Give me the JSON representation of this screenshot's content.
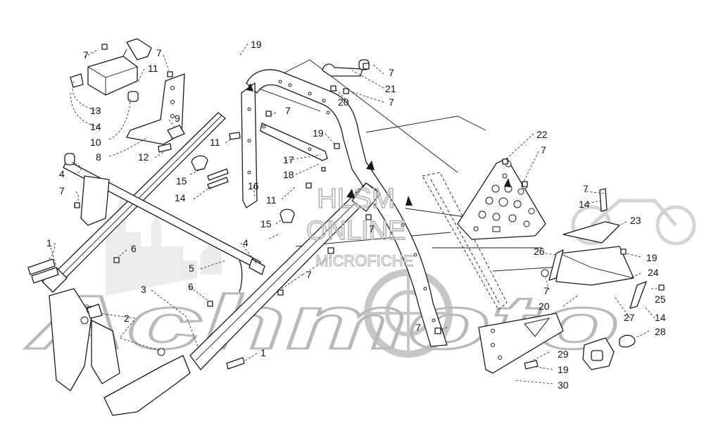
{
  "watermark": {
    "line1": "HLSM",
    "line2": "ONLINE",
    "line3": "MICROFICHE",
    "brand": "Achmoto",
    "color": "#b9b9b9"
  },
  "callouts": [
    {
      "id": "c19a",
      "label": "19"
    },
    {
      "id": "c7a",
      "label": "7"
    },
    {
      "id": "c7b",
      "label": "7"
    },
    {
      "id": "c11a",
      "label": "11"
    },
    {
      "id": "c13",
      "label": "13"
    },
    {
      "id": "c14a",
      "label": "14"
    },
    {
      "id": "c10",
      "label": "10"
    },
    {
      "id": "c9",
      "label": "9"
    },
    {
      "id": "c8",
      "label": "8"
    },
    {
      "id": "c12",
      "label": "12"
    },
    {
      "id": "c11b",
      "label": "11"
    },
    {
      "id": "c7c",
      "label": "7"
    },
    {
      "id": "c21",
      "label": "21"
    },
    {
      "id": "c20a",
      "label": "20"
    },
    {
      "id": "c7d",
      "label": "7"
    },
    {
      "id": "c7e",
      "label": "7"
    },
    {
      "id": "c19b",
      "label": "19"
    },
    {
      "id": "c17",
      "label": "17"
    },
    {
      "id": "c18",
      "label": "18"
    },
    {
      "id": "c22",
      "label": "22"
    },
    {
      "id": "c7f",
      "label": "7"
    },
    {
      "id": "c4a",
      "label": "4"
    },
    {
      "id": "c7g",
      "label": "7"
    },
    {
      "id": "c15a",
      "label": "15"
    },
    {
      "id": "c14b",
      "label": "14"
    },
    {
      "id": "c16",
      "label": "16"
    },
    {
      "id": "c11c",
      "label": "11"
    },
    {
      "id": "c15b",
      "label": "15"
    },
    {
      "id": "c7h",
      "label": "7"
    },
    {
      "id": "c1a",
      "label": "1"
    },
    {
      "id": "c6a",
      "label": "6"
    },
    {
      "id": "c4b",
      "label": "4"
    },
    {
      "id": "c5",
      "label": "5"
    },
    {
      "id": "c7i",
      "label": "7"
    },
    {
      "id": "c3",
      "label": "3"
    },
    {
      "id": "c6b",
      "label": "6"
    },
    {
      "id": "c2",
      "label": "2"
    },
    {
      "id": "c1b",
      "label": "1"
    },
    {
      "id": "c7j",
      "label": "7"
    },
    {
      "id": "c14c",
      "label": "14"
    },
    {
      "id": "c23",
      "label": "23"
    },
    {
      "id": "c26",
      "label": "26"
    },
    {
      "id": "c19c",
      "label": "19"
    },
    {
      "id": "c24",
      "label": "24"
    },
    {
      "id": "c7k",
      "label": "7"
    },
    {
      "id": "c25",
      "label": "25"
    },
    {
      "id": "c20b",
      "label": "20"
    },
    {
      "id": "c14d",
      "label": "14"
    },
    {
      "id": "c27",
      "label": "27"
    },
    {
      "id": "c7l",
      "label": "7"
    },
    {
      "id": "c28",
      "label": "28"
    },
    {
      "id": "c29",
      "label": "29"
    },
    {
      "id": "c19d",
      "label": "19"
    },
    {
      "id": "c30",
      "label": "30"
    }
  ]
}
